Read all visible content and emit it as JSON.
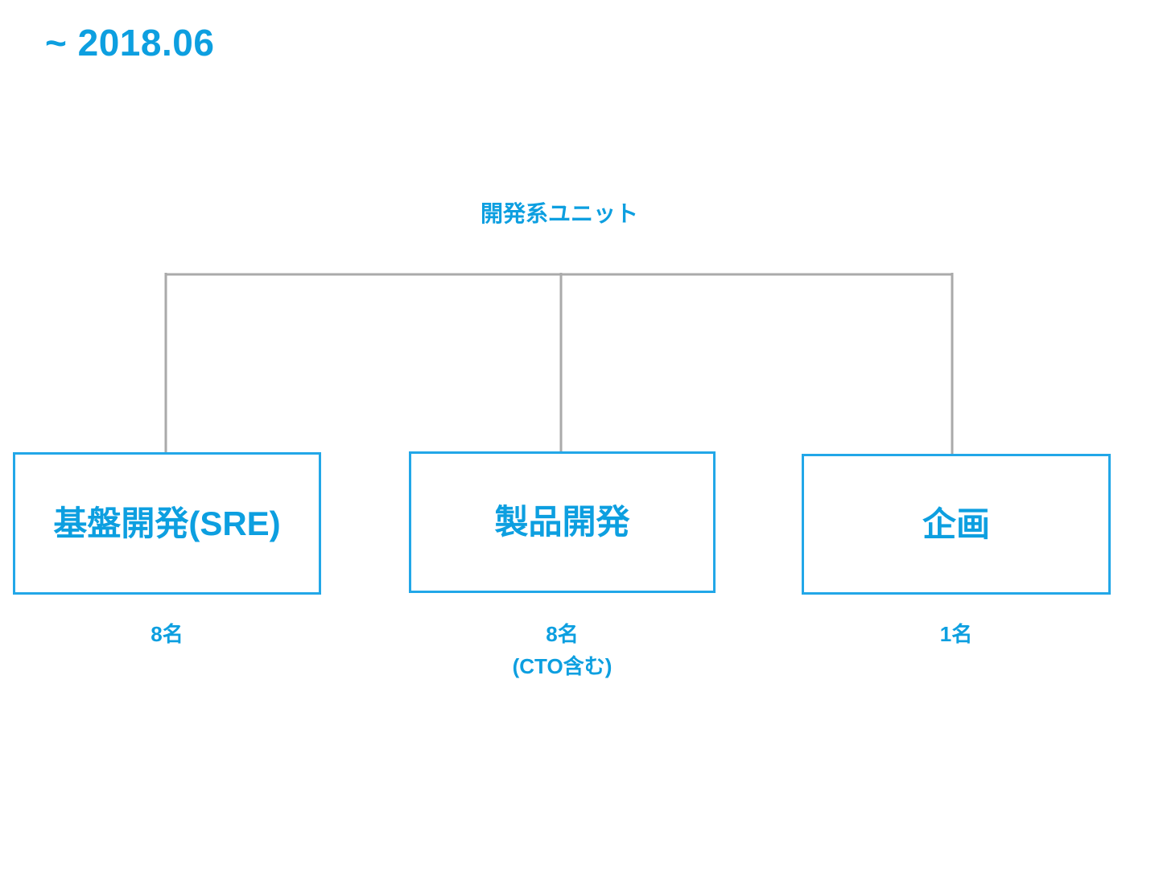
{
  "slide": {
    "title": "~ 2018.06",
    "accent_color": "#0d9fe0",
    "box_border_color": "#22a7e8",
    "connector_color": "#aaaaaa",
    "background_color": "#ffffff"
  },
  "org": {
    "root": {
      "label": "開発系ユニット"
    },
    "units": [
      {
        "label": "基盤開発(SRE)",
        "headcount": "8名",
        "note": ""
      },
      {
        "label": "製品開発",
        "headcount": "8名",
        "note": "(CTO含む)"
      },
      {
        "label": "企画",
        "headcount": "1名",
        "note": ""
      }
    ]
  }
}
